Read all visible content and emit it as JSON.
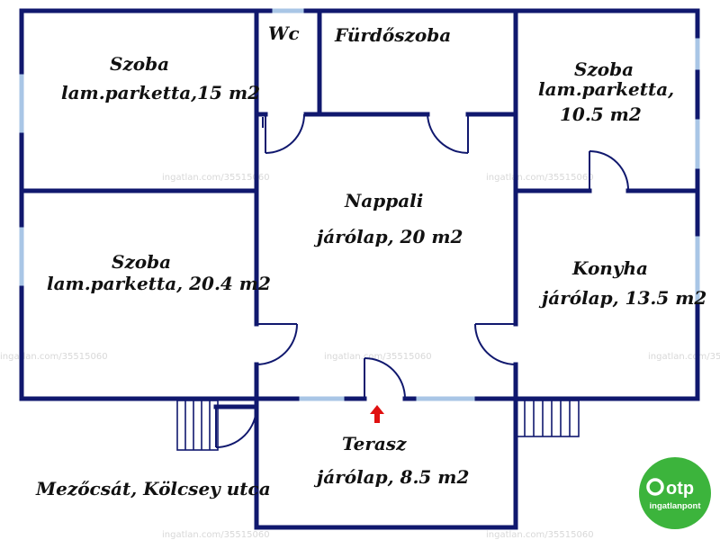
{
  "rooms": {
    "szoba1": {
      "name": "Szoba",
      "area": "lam.parketta,15 m2"
    },
    "wc": {
      "name": "Wc"
    },
    "furdoszoba": {
      "name": "Fürdőszoba"
    },
    "szoba2": {
      "name": "Szoba",
      "area1": "lam.parketta,",
      "area2": "10.5 m2"
    },
    "nappali": {
      "name": "Nappali",
      "area": "járólap, 20 m2"
    },
    "szoba3": {
      "name": "Szoba",
      "area": "lam.parketta, 20.4 m2"
    },
    "konyha": {
      "name": "Konyha",
      "area": "járólap, 13.5 m2"
    },
    "terasz": {
      "name": "Terasz",
      "area": "járólap, 8.5 m2"
    }
  },
  "address": "Mezőcsát, Kölcsey utca",
  "watermark": "ingatlan.com/35515060",
  "logo": {
    "brand": "otp",
    "sub": "ingatlanpont"
  },
  "colors": {
    "wall": "#10186e",
    "window": "#a9c6e6",
    "logo_green": "#3cb43c",
    "arrow": "#e01010"
  }
}
